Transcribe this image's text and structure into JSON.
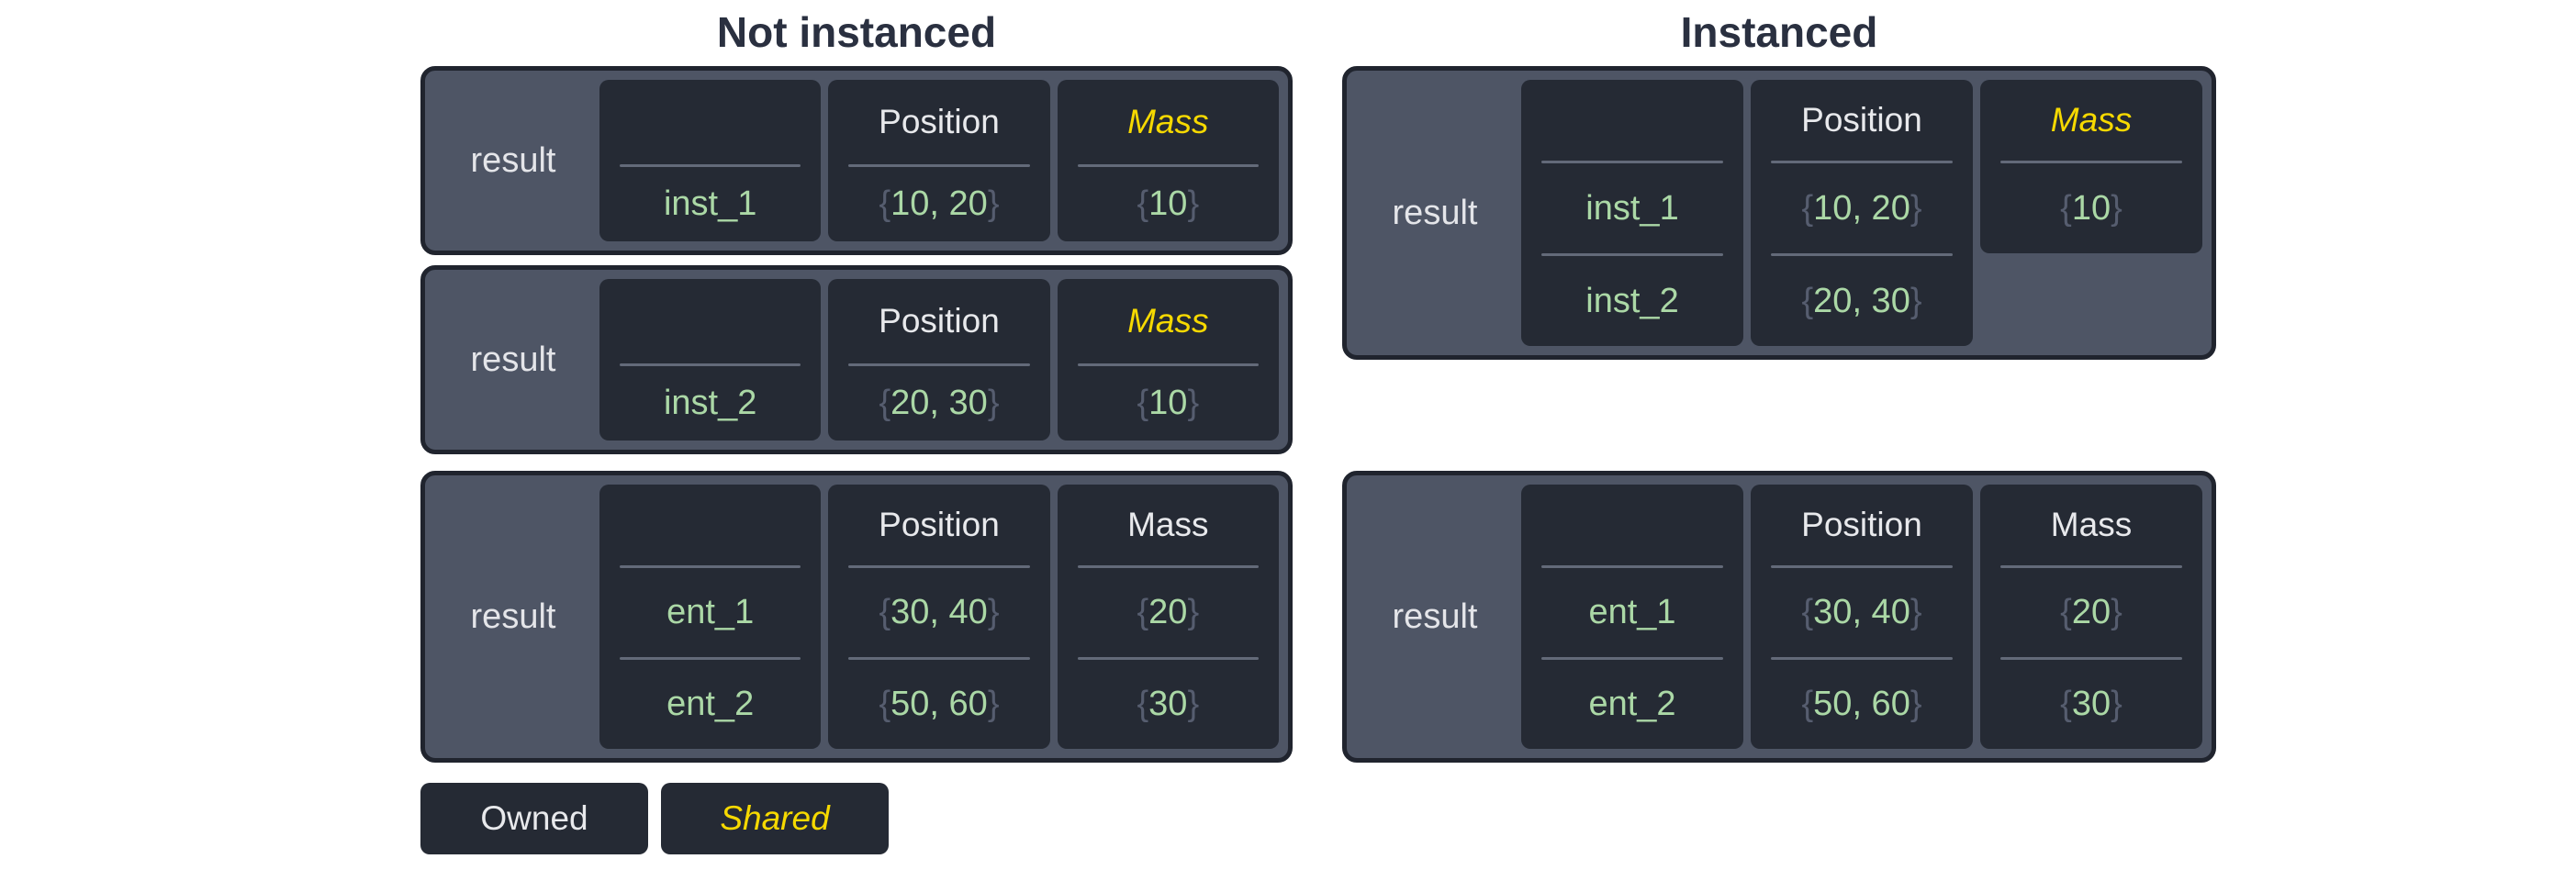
{
  "titles": {
    "not_instanced": "Not instanced",
    "instanced": "Instanced"
  },
  "brace": {
    "open": "{",
    "close": "}"
  },
  "legend": {
    "owned": "Owned",
    "shared": "Shared"
  },
  "colors": {
    "panel_slate": "#4e5565",
    "cell_dark": "#252a34",
    "border_dark": "#20242e",
    "value_green": "#abd8a6",
    "brace_gray": "#565d6f",
    "shared_yellow": "#f6d900",
    "header_white": "#e8e9ec",
    "title_navy": "#2a3040"
  },
  "not_instanced": {
    "inst1_table": {
      "result": "result",
      "entity": "inst_1",
      "position_header": "Position",
      "position_value": "10, 20",
      "mass_header": "Mass",
      "mass_value": "10"
    },
    "inst2_table": {
      "result": "result",
      "entity": "inst_2",
      "position_header": "Position",
      "position_value": "20, 30",
      "mass_header": "Mass",
      "mass_value": "10"
    },
    "entities_table": {
      "result": "result",
      "entity_1": "ent_1",
      "entity_2": "ent_2",
      "position_header": "Position",
      "position_value_1": "30, 40",
      "position_value_2": "50, 60",
      "mass_header": "Mass",
      "mass_value_1": "20",
      "mass_value_2": "30"
    }
  },
  "instanced": {
    "instances_table": {
      "result": "result",
      "entity_1": "inst_1",
      "entity_2": "inst_2",
      "position_header": "Position",
      "position_value_1": "10, 20",
      "position_value_2": "20, 30",
      "mass_header": "Mass",
      "mass_value": "10"
    },
    "entities_table": {
      "result": "result",
      "entity_1": "ent_1",
      "entity_2": "ent_2",
      "position_header": "Position",
      "position_value_1": "30, 40",
      "position_value_2": "50, 60",
      "mass_header": "Mass",
      "mass_value_1": "20",
      "mass_value_2": "30"
    }
  }
}
